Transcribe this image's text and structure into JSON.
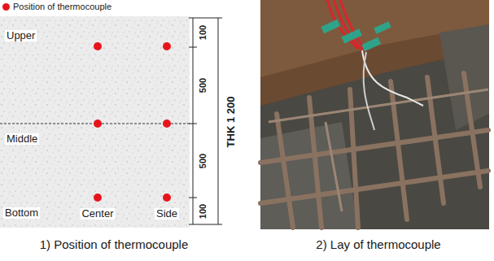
{
  "diagram": {
    "labels": [
      "Upper",
      "Middle",
      "Bottom",
      "Center",
      "Side",
      "100",
      "500",
      "500",
      "100",
      "THK 1 200",
      "1) Position of thermocouple",
      "2) Lay of thermocouple"
    ],
    "legend": [
      {
        "text": "Position of thermocouple",
        "color": "#e8141b"
      }
    ]
  }
}
